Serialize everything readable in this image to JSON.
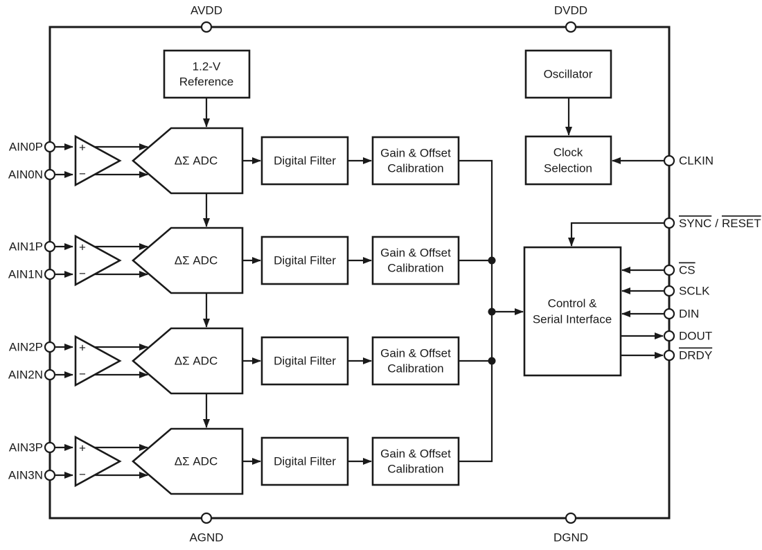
{
  "diagram": {
    "background": "#ffffff",
    "line_color": "#1a1a1a",
    "type": "adc-functional-block-diagram"
  },
  "power_pins": {
    "avdd": "AVDD",
    "dvdd": "DVDD",
    "agnd": "AGND",
    "dgnd": "DGND"
  },
  "channels": [
    {
      "pin_p": "AIN0P",
      "pin_n": "AIN0N"
    },
    {
      "pin_p": "AIN1P",
      "pin_n": "AIN1N"
    },
    {
      "pin_p": "AIN2P",
      "pin_n": "AIN2N"
    },
    {
      "pin_p": "AIN3P",
      "pin_n": "AIN3N"
    }
  ],
  "serial_pins": {
    "clkin": "CLKIN",
    "sync": "SYNC",
    "sync_sep": "/",
    "reset": "RESET",
    "cs": "CS",
    "sclk": "SCLK",
    "din": "DIN",
    "dout": "DOUT",
    "drdy": "DRDY"
  },
  "blocks": {
    "reference_line1": "1.2-V",
    "reference_line2": "Reference",
    "oscillator": "Oscillator",
    "clock_sel_line1": "Clock",
    "clock_sel_line2": "Selection",
    "control_line1": "Control &",
    "control_line2": "Serial Interface",
    "adc": "ΔΣ ADC",
    "filter": "Digital Filter",
    "calib_line1": "Gain & Offset",
    "calib_line2": "Calibration",
    "amp_plus": "+",
    "amp_minus": "−"
  }
}
